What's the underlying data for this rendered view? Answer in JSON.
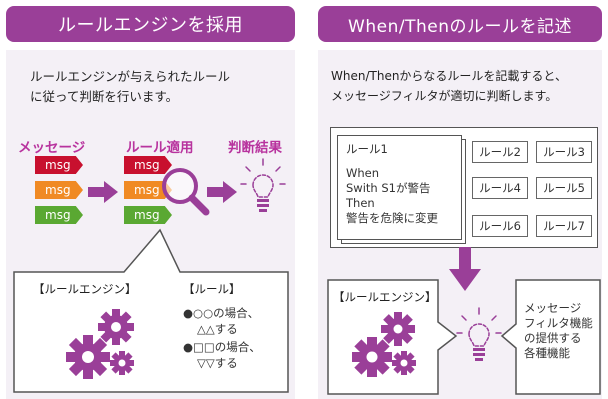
{
  "left": {
    "title": "ルールエンジンを採用",
    "description_line1": "ルールエンジンが与えられたルール",
    "description_line2": "に従って判断を行います。",
    "label_message": "メッセージ",
    "label_rule_apply": "ルール適用",
    "label_result": "判断結果",
    "msg_label": "msg",
    "engine_label": "【ルールエンジン】",
    "rule_label": "【ルール】",
    "rule1_line1": "●○○の場合、",
    "rule1_line2": "△△する",
    "rule2_line1": "●□□の場合、",
    "rule2_line2": "▽▽する"
  },
  "right": {
    "title": "When/Thenのルールを記述",
    "description_line1": "When/Thenからなるルールを記載すると、",
    "description_line2": "メッセージフィルタが適切に判断します。",
    "rule1_title": "ルール1",
    "rule1_when": "When",
    "rule1_cond": "Swith S1が警告",
    "rule1_then": "Then",
    "rule1_action": "警告を危険に変更",
    "rules": [
      "ルール2",
      "ルール3",
      "ルール4",
      "ルール5",
      "ルール6",
      "ルール7"
    ],
    "engine_label": "【ルールエンジン】",
    "feature_line1": "メッセージ",
    "feature_line2": "フィルタ機能",
    "feature_line3": "の提供する",
    "feature_line4": "各種機能"
  },
  "colors": {
    "purple": "#9a3f98",
    "magenta": "#b8339e",
    "panel": "#f4f0f6",
    "msg_red": "#c8102e",
    "msg_orange": "#f08a24",
    "msg_green": "#5aa832"
  }
}
